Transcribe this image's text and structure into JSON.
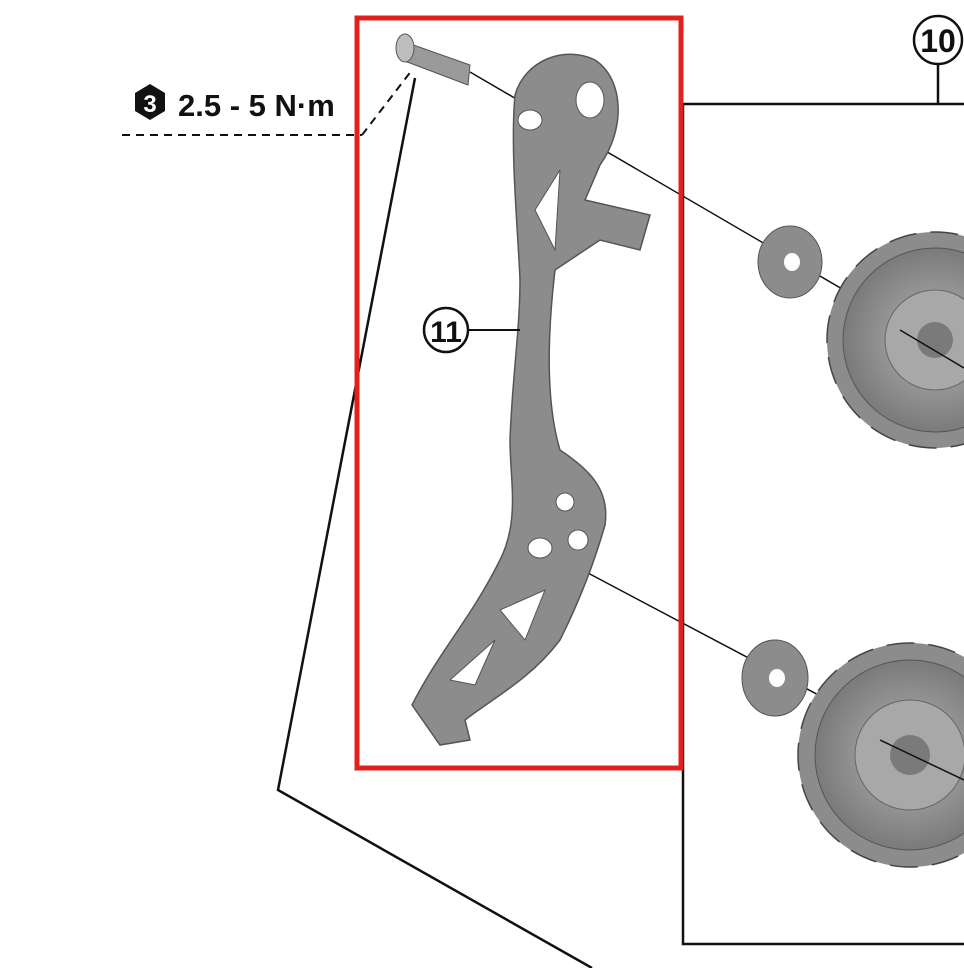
{
  "torque": {
    "tool_size": "3",
    "value": "2.5 - 5 N·m"
  },
  "callouts": [
    {
      "number": "10"
    },
    {
      "number": "11"
    }
  ],
  "colors": {
    "highlight": "#e0211f",
    "part": "#8c8c8c",
    "line": "#111111"
  }
}
